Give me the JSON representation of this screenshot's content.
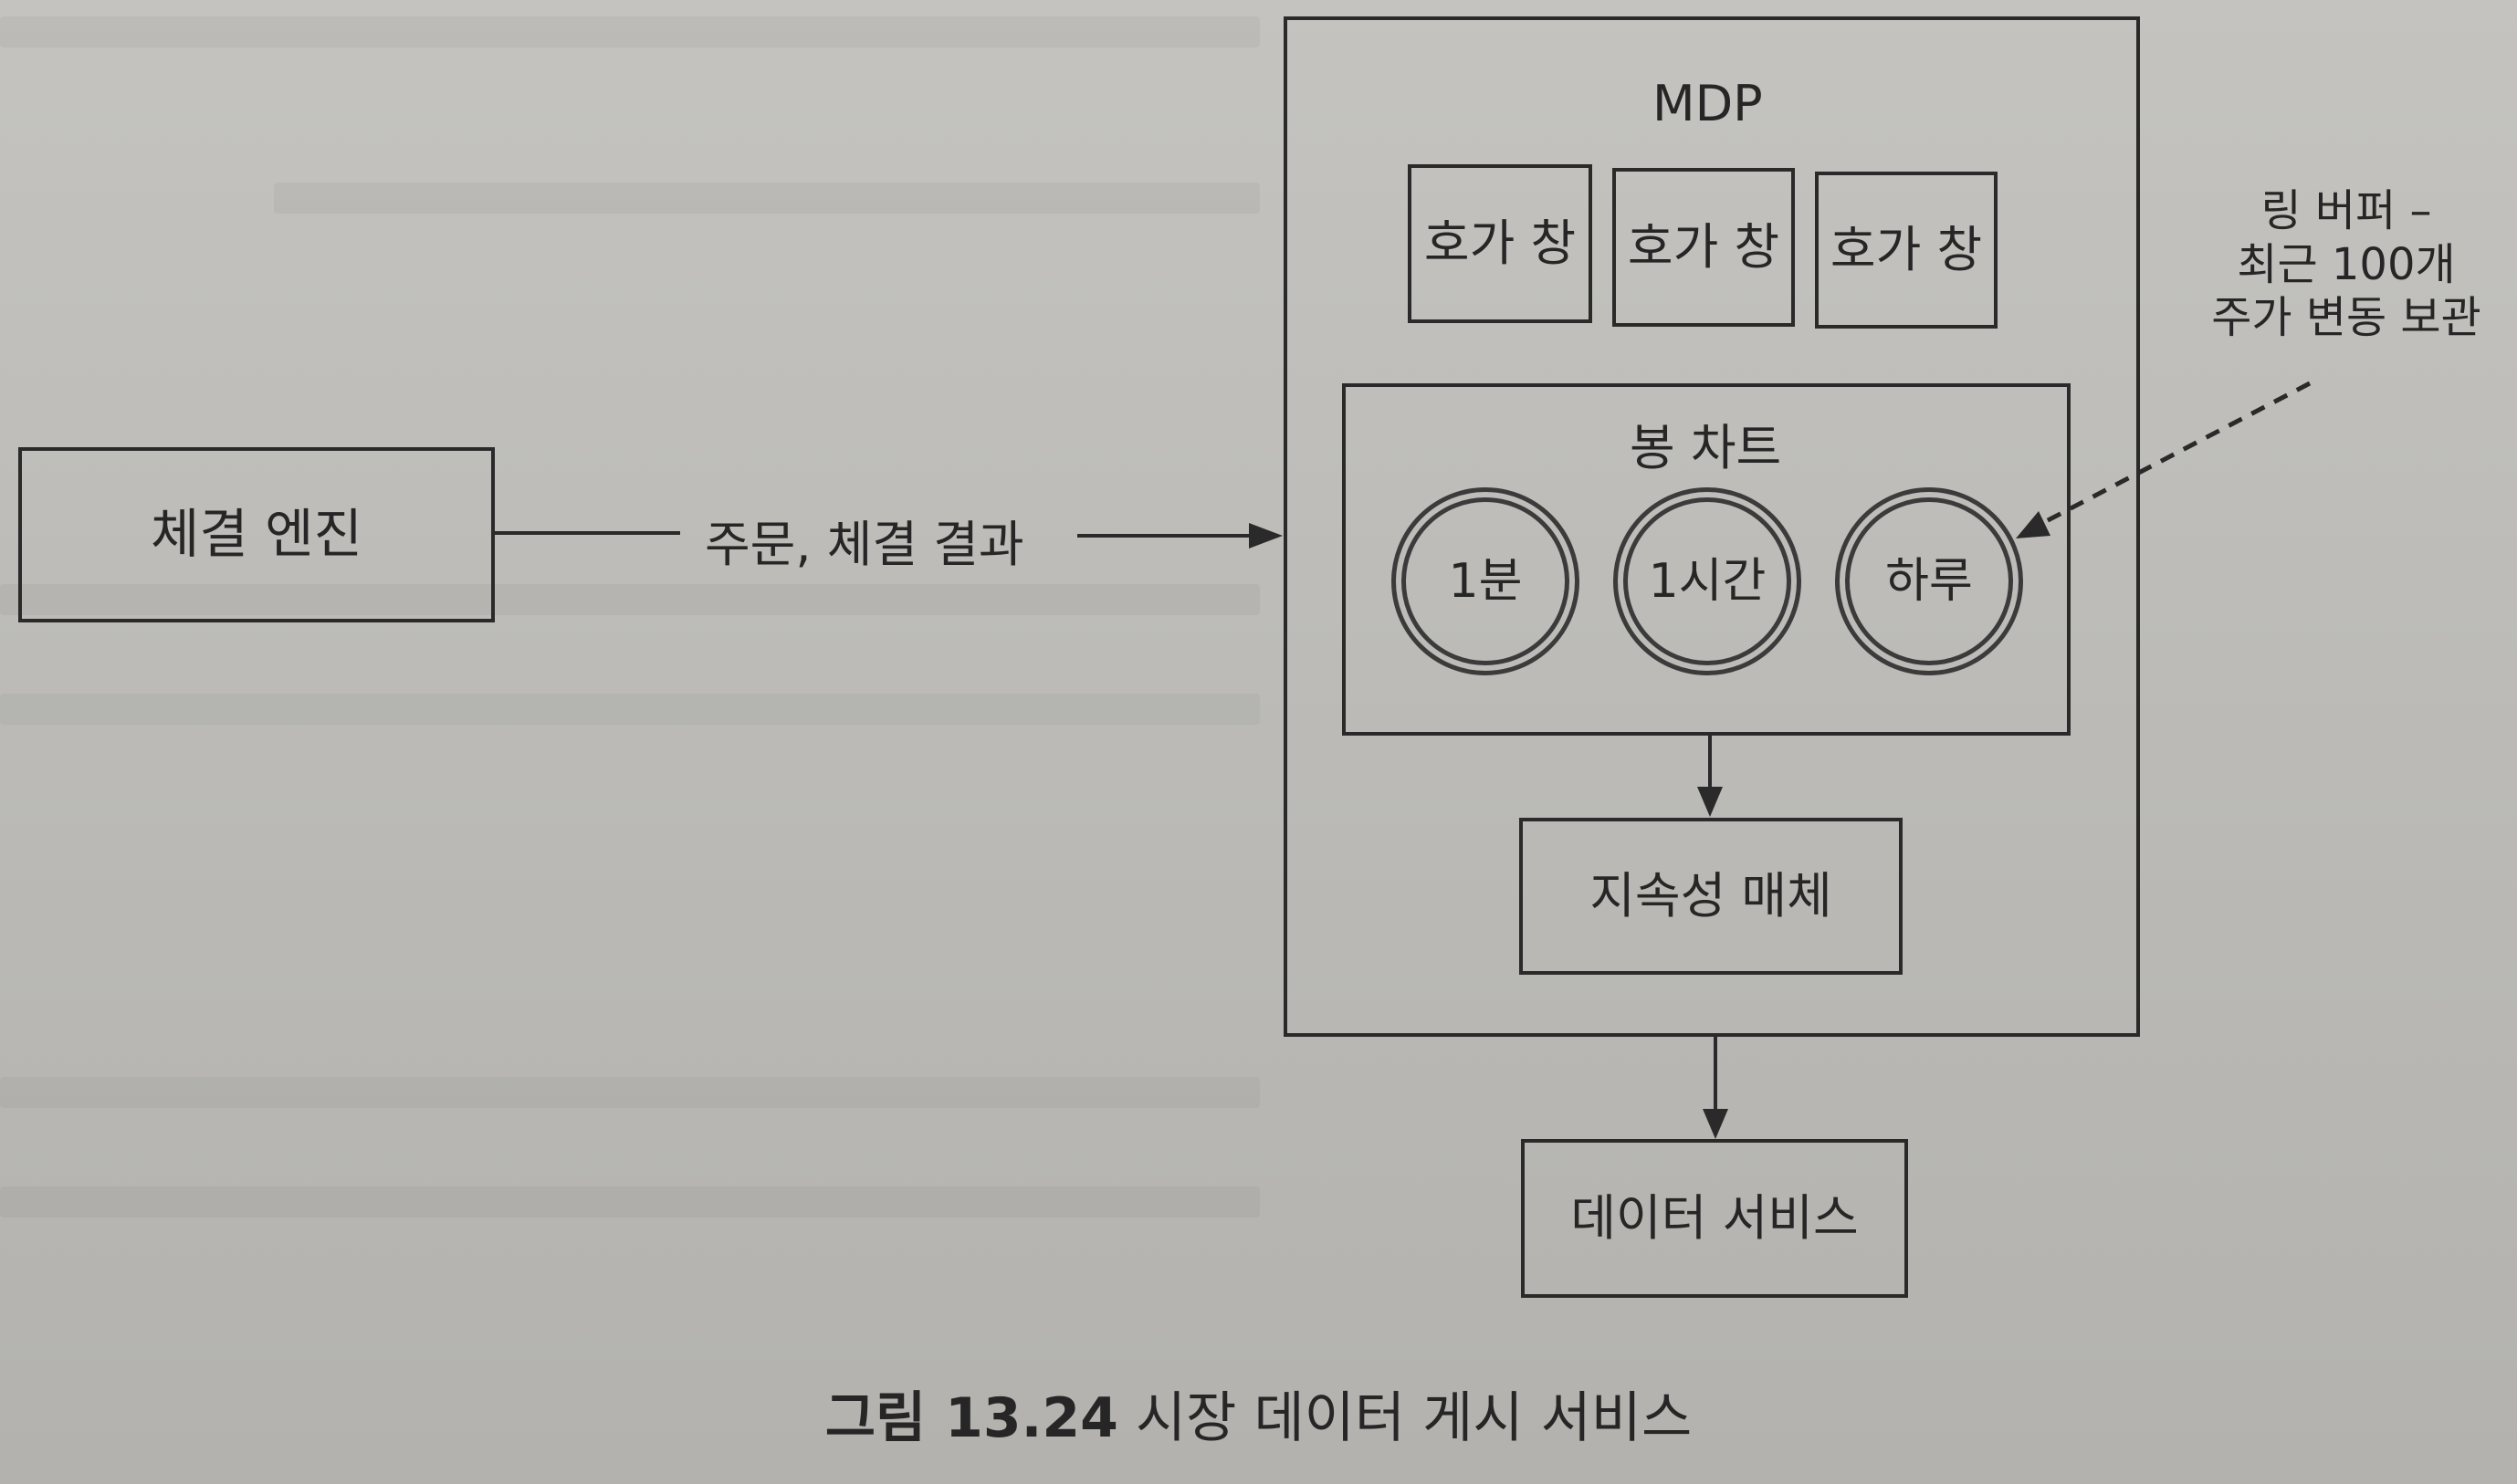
{
  "diagram": {
    "nodes": {
      "engine": "체결 엔진",
      "mdp_title": "MDP",
      "order_book_1": "호가 창",
      "order_book_2": "호가 창",
      "order_book_3": "호가 창",
      "candlestick_title": "봉 차트",
      "interval_1min": "1분",
      "interval_1hour": "1시간",
      "interval_1day": "하루",
      "persistence": "지속성 매체",
      "data_service": "데이터 서비스"
    },
    "edges": {
      "engine_to_mdp": "주문, 체결 결과"
    },
    "annotation": {
      "lines": [
        "링 버퍼 –",
        "최근 100개",
        "주가 변동 보관"
      ]
    }
  },
  "caption": {
    "number": "그림 13.24",
    "text": "시장 데이터 게시 서비스"
  }
}
